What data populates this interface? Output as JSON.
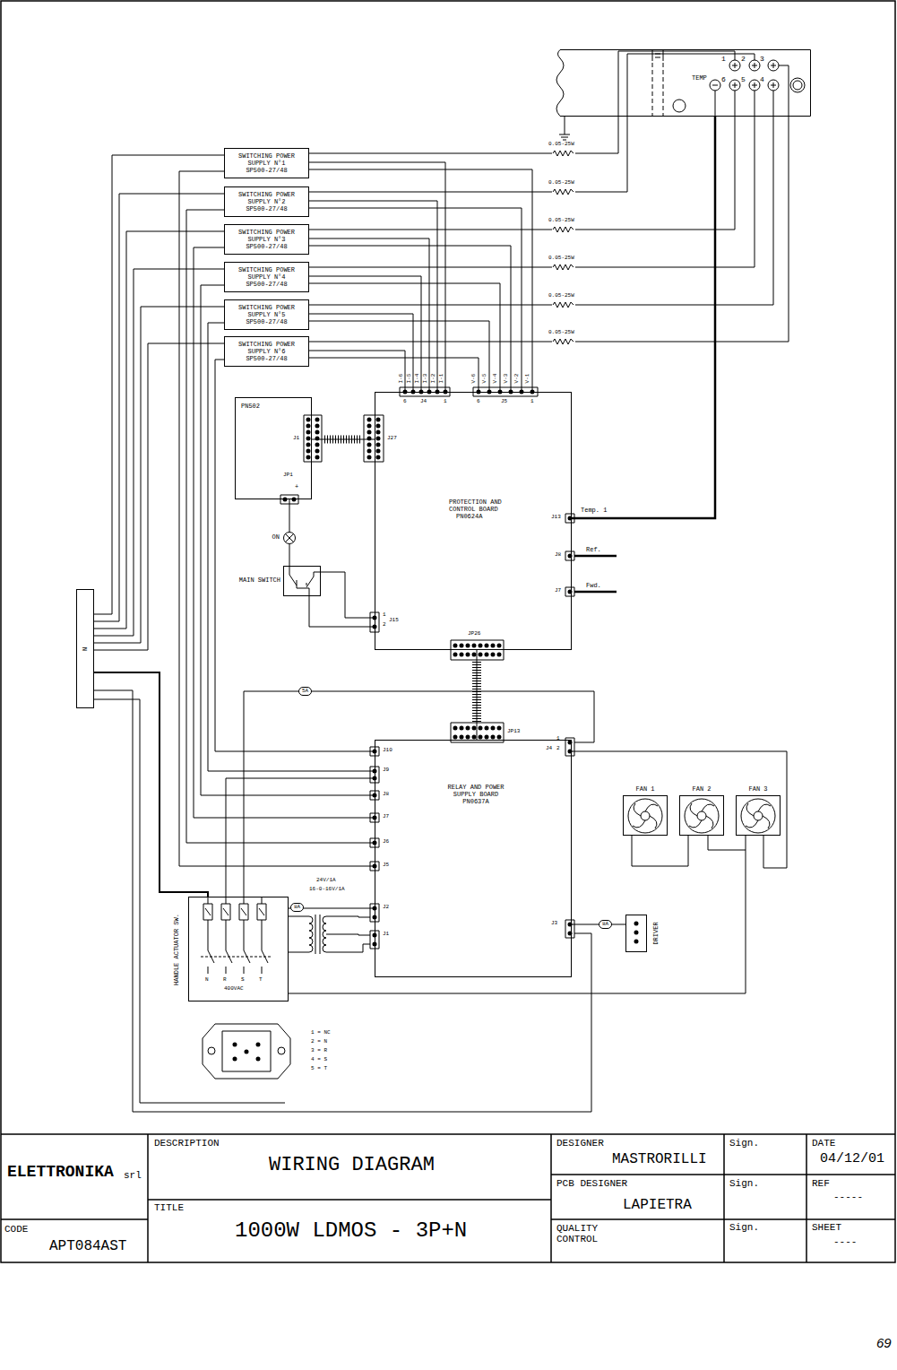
{
  "diagram": {
    "title": "WIRING DIAGRAM",
    "nodes": [
      {
        "text": [
          "TEMP"
        ]
      },
      {
        "text": [
          "SWITCHING POWER SUPPLY N°1",
          "SP500-27/48"
        ]
      },
      {
        "text": [
          "SWITCHING POWER SUPPLY N°2",
          "SP500-27/48"
        ]
      },
      {
        "text": [
          "SWITCHING POWER SUPPLY N°3",
          "SP500-27/48"
        ]
      },
      {
        "text": [
          "SWITCHING POWER SUPPLY N°4",
          "SP500-27/48"
        ]
      },
      {
        "text": [
          "SWITCHING POWER SUPPLY N°5",
          "SP500-27/48"
        ]
      },
      {
        "text": [
          "SWITCHING POWER SUPPLY N°6",
          "SP500-27/48"
        ]
      },
      {
        "text": [
          "PN502"
        ]
      },
      {
        "text": [
          "PROTECTION AND CONTROL BOARD",
          "PN0624A"
        ]
      },
      {
        "text": [
          "ON"
        ]
      },
      {
        "text": [
          "MAIN SWITCH"
        ]
      },
      {
        "text": [
          "N"
        ]
      },
      {
        "text": [
          "RELAY AND POWER SUPPLY BOARD",
          "PN0637A"
        ]
      },
      {
        "text": [
          "FAN 1"
        ]
      },
      {
        "text": [
          "FAN 2"
        ]
      },
      {
        "text": [
          "FAN 3"
        ]
      },
      {
        "text": [
          "HANDLE ACTUATOR SW."
        ]
      },
      {
        "text": [
          "DRIVER"
        ]
      }
    ],
    "edges": [
      {
        "from": 1,
        "to": 0,
        "arrow": "none"
      },
      {
        "from": 2,
        "to": 0,
        "arrow": "none"
      },
      {
        "from": 3,
        "to": 0,
        "arrow": "none"
      },
      {
        "from": 4,
        "to": 0,
        "arrow": "none"
      },
      {
        "from": 5,
        "to": 0,
        "arrow": "none"
      },
      {
        "from": 6,
        "to": 0,
        "arrow": "none"
      },
      {
        "from": 1,
        "to": 8,
        "arrow": "none"
      },
      {
        "from": 2,
        "to": 8,
        "arrow": "none"
      },
      {
        "from": 3,
        "to": 8,
        "arrow": "none"
      },
      {
        "from": 4,
        "to": 8,
        "arrow": "none"
      },
      {
        "from": 5,
        "to": 8,
        "arrow": "none"
      },
      {
        "from": 6,
        "to": 8,
        "arrow": "none"
      },
      {
        "from": 1,
        "to": 8,
        "arrow": "none"
      },
      {
        "from": 2,
        "to": 8,
        "arrow": "none"
      },
      {
        "from": 3,
        "to": 8,
        "arrow": "none"
      },
      {
        "from": 4,
        "to": 8,
        "arrow": "none"
      },
      {
        "from": 5,
        "to": 8,
        "arrow": "none"
      },
      {
        "from": 6,
        "to": 8,
        "arrow": "none"
      },
      {
        "from": 1,
        "to": 11,
        "arrow": "none"
      },
      {
        "from": 2,
        "to": 11,
        "arrow": "none"
      },
      {
        "from": 3,
        "to": 11,
        "arrow": "none"
      },
      {
        "from": 4,
        "to": 11,
        "arrow": "none"
      },
      {
        "from": 5,
        "to": 11,
        "arrow": "none"
      },
      {
        "from": 6,
        "to": 11,
        "arrow": "none"
      },
      {
        "from": 1,
        "to": 12,
        "arrow": "none"
      },
      {
        "from": 2,
        "to": 12,
        "arrow": "none"
      },
      {
        "from": 3,
        "to": 12,
        "arrow": "none"
      },
      {
        "from": 4,
        "to": 12,
        "arrow": "none"
      },
      {
        "from": 5,
        "to": 12,
        "arrow": "none"
      },
      {
        "from": 6,
        "to": 12,
        "arrow": "none"
      },
      {
        "from": 7,
        "to": 8,
        "arrow": "none"
      },
      {
        "from": 7,
        "to": 9,
        "arrow": "none"
      },
      {
        "from": 9,
        "to": 10,
        "arrow": "none"
      },
      {
        "from": 10,
        "to": 8,
        "arrow": "none"
      },
      {
        "from": 10,
        "to": 8,
        "arrow": "none"
      },
      {
        "from": 0,
        "to": 8,
        "arrow": "none"
      },
      {
        "from": 8,
        "to": 12,
        "arrow": "none"
      },
      {
        "from": 11,
        "to": 16,
        "arrow": "none"
      },
      {
        "from": 16,
        "to": 12,
        "arrow": "none"
      },
      {
        "from": 12,
        "to": 15,
        "arrow": "none"
      },
      {
        "from": 13,
        "to": 14,
        "arrow": "none"
      },
      {
        "from": 14,
        "to": 15,
        "arrow": "none"
      },
      {
        "from": 12,
        "to": 17,
        "arrow": "none"
      }
    ],
    "labels": [
      "1",
      "2",
      "3",
      "6",
      "5",
      "4",
      "0.05-25W",
      "0.05-25W",
      "0.05-25W",
      "0.05-25W",
      "0.05-25W",
      "0.05-25W",
      "I-6",
      "I-5",
      "I-4",
      "I-3",
      "I-2",
      "I-1",
      "V-6",
      "V-5",
      "V-4",
      "V-3",
      "V-2",
      "V-1",
      "6",
      "J4",
      "1",
      "6",
      "J5",
      "1",
      "J1",
      "J27",
      "JP1",
      "+",
      "J13",
      "Temp. 1",
      "J8",
      "Ref.",
      "J7",
      "Fwd.",
      "1",
      "2",
      "J15",
      "JP26",
      "5A",
      "JP13",
      "1",
      "J4",
      "2",
      "J10",
      "J9",
      "J8",
      "J7",
      "J6",
      "J5",
      "J2",
      "J1",
      "J3",
      "8A",
      "24V/1A",
      "16-0-16V/1A",
      "8A",
      "N",
      "R",
      "S",
      "T",
      "400VAC",
      "1 = NC",
      "2 = N",
      "3 = R",
      "4 = S",
      "5 = T",
      "DESCRIPTION",
      "TITLE",
      "1000W LDMOS - 3P+N",
      "CODE",
      "APT084AST",
      "ELETTRONIKA",
      "srl",
      "DESIGNER",
      "MASTRORILLI",
      "Sign.",
      "DATE",
      "04/12/01",
      "PCB DESIGNER",
      "LAPIETRA",
      "Sign.",
      "REF",
      "-----",
      "QUALITY CONTROL",
      "Sign.",
      "SHEET",
      "----",
      "69"
    ]
  }
}
